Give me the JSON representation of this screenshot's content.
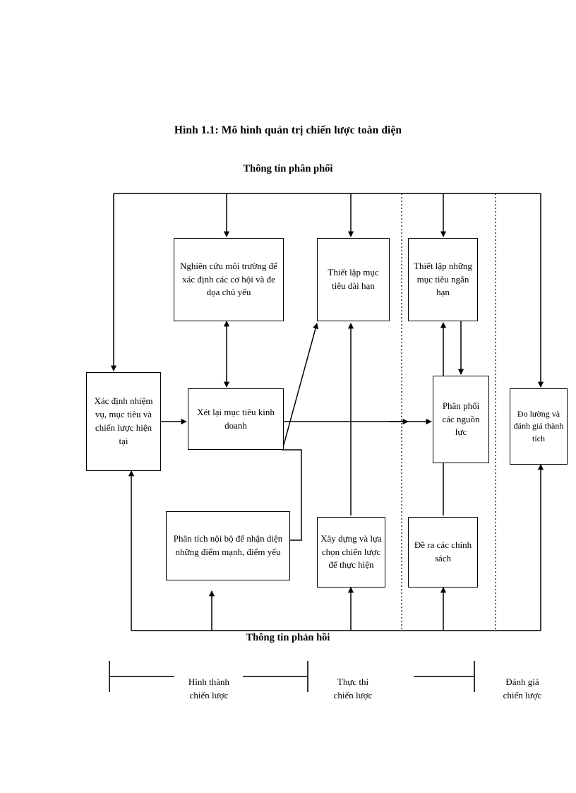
{
  "figure": {
    "title": "Hình 1.1: Mô hình quản trị chiến lược toàn diện",
    "top_label": "Thông tin phân phối",
    "bottom_label": "Thông tin phản hồi"
  },
  "nodes": {
    "current_mission": "Xác định nhiệm vụ, mục tiêu và chiến lược hiện tại",
    "external_audit": "Nghiên cứu môi trường để xác định các cơ hội và đe dọa chủ yếu",
    "long_term_objectives": "Thiết lập mục tiêu dài hạn",
    "short_term_objectives": "Thiết lập những mục tiêu ngắn hạn",
    "revise_business_objectives": "Xét lại mục tiêu kinh doanh",
    "allocate_resources": "Phân phối các nguồn lực",
    "measure_evaluate": "Đo lường và đánh giá thành tích",
    "internal_audit": "Phân tích nội bộ để nhận diện những điểm mạnh, điểm yếu",
    "select_strategies": "Xây dựng và lựa chọn chiến lược để thực hiện",
    "policies": "Đề ra các chính sách"
  },
  "legend": {
    "formulation": "Hình thành\nchiến lược",
    "implementation": "Thực thi\nchiến lược",
    "evaluation": "Đánh giá\nchiến lược"
  },
  "colors": {
    "ink": "#000000",
    "paper": "#ffffff"
  }
}
